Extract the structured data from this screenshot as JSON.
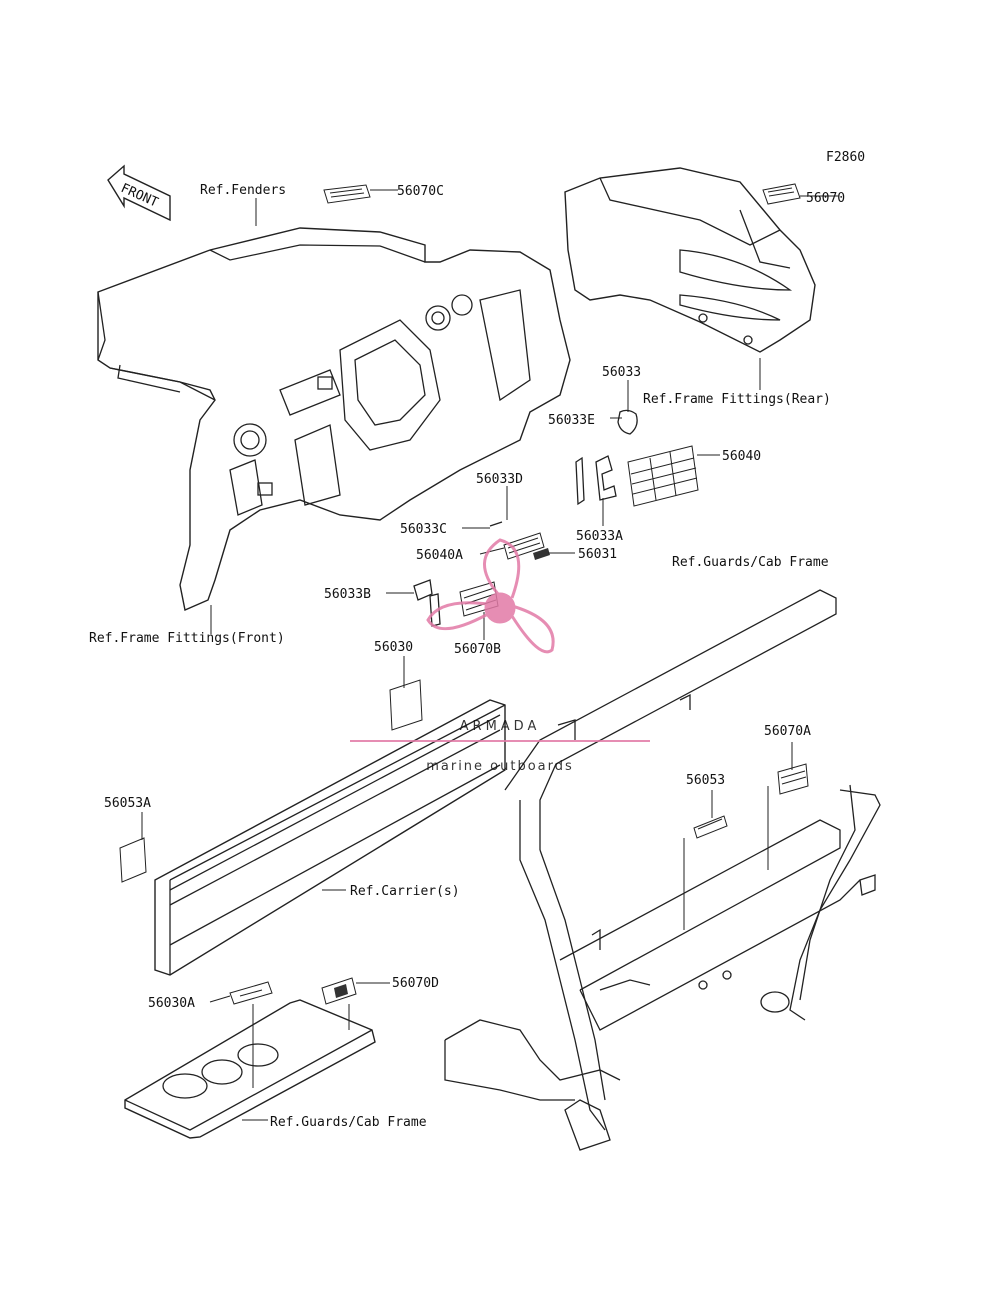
{
  "figure_id": "F2860",
  "front_label": "FRONT",
  "refs": {
    "fenders": "Ref.Fenders",
    "frame_rear": "Ref.Frame Fittings(Rear)",
    "frame_front": "Ref.Frame Fittings(Front)",
    "guards_top": "Ref.Guards/Cab Frame",
    "carrier": "Ref.Carrier(s)",
    "guards_bottom": "Ref.Guards/Cab Frame"
  },
  "parts": {
    "p56070C": "56070C",
    "p56070": "56070",
    "p56033": "56033",
    "p56033E": "56033E",
    "p56040": "56040",
    "p56033D": "56033D",
    "p56033C": "56033C",
    "p56033A": "56033A",
    "p56040A": "56040A",
    "p56031": "56031",
    "p56033B": "56033B",
    "p56070B": "56070B",
    "p56030": "56030",
    "p56070A": "56070A",
    "p56053": "56053",
    "p56053A": "56053A",
    "p56030A": "56030A",
    "p56070D": "56070D"
  },
  "watermark": {
    "brand": "ARMADA",
    "tagline": "marine outboards",
    "color": "#e27aa6"
  }
}
